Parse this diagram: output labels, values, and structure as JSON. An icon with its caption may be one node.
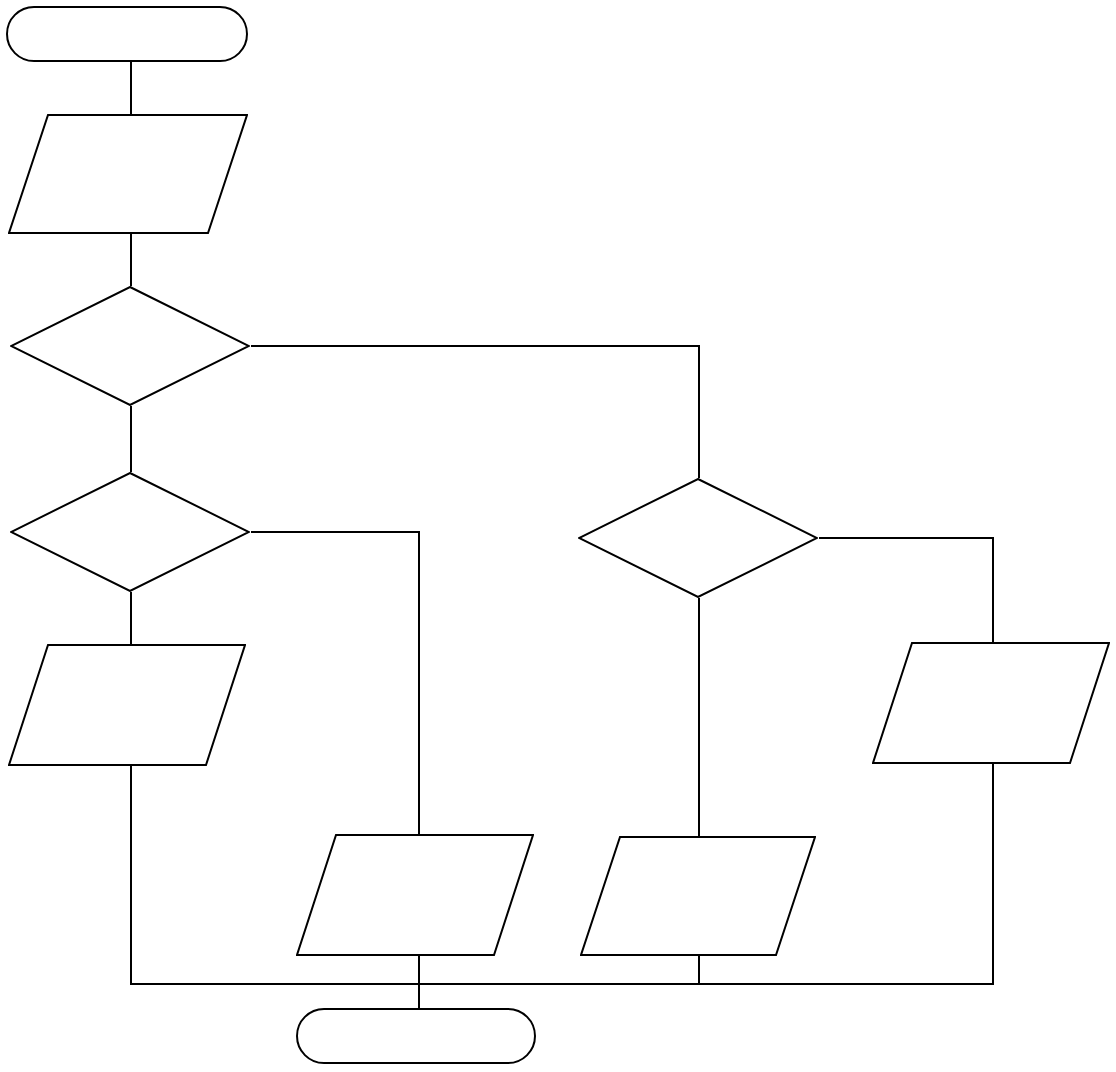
{
  "diagram": {
    "nodes": [
      {
        "text": [],
        "shape": "terminal"
      },
      {
        "text": [],
        "shape": "parallelogram"
      },
      {
        "text": [],
        "shape": "diamond"
      },
      {
        "text": [],
        "shape": "diamond"
      },
      {
        "text": [],
        "shape": "diamond"
      },
      {
        "text": [],
        "shape": "parallelogram"
      },
      {
        "text": [],
        "shape": "parallelogram"
      },
      {
        "text": [],
        "shape": "parallelogram"
      },
      {
        "text": [],
        "shape": "parallelogram"
      },
      {
        "text": [],
        "shape": "terminal"
      }
    ],
    "edges": [
      {
        "from": 0,
        "to": 1,
        "arrow": "none"
      },
      {
        "from": 1,
        "to": 2,
        "arrow": "none"
      },
      {
        "from": 2,
        "to": 3,
        "arrow": "none"
      },
      {
        "from": 2,
        "to": 4,
        "arrow": "none"
      },
      {
        "from": 3,
        "to": 5,
        "arrow": "none"
      },
      {
        "from": 3,
        "to": 7,
        "arrow": "none"
      },
      {
        "from": 4,
        "to": 8,
        "arrow": "none"
      },
      {
        "from": 4,
        "to": 6,
        "arrow": "none"
      },
      {
        "from": 5,
        "to": 9,
        "arrow": "none"
      },
      {
        "from": 7,
        "to": 9,
        "arrow": "none"
      },
      {
        "from": 8,
        "to": 9,
        "arrow": "none"
      },
      {
        "from": 6,
        "to": 9,
        "arrow": "none"
      }
    ]
  }
}
